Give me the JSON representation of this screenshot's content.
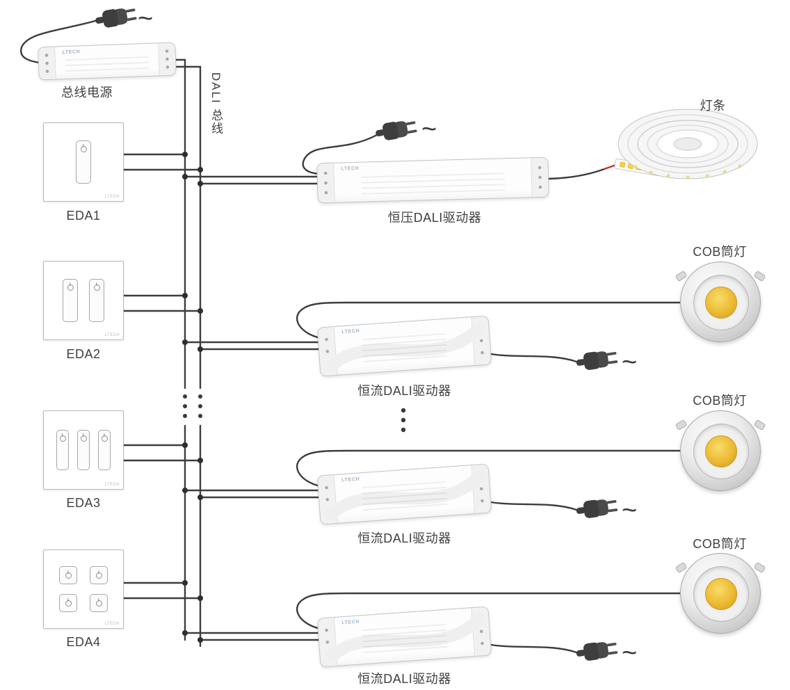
{
  "diagram": {
    "ac_symbol": "~",
    "brand": "LTECH",
    "bus_label": "DALI 总线",
    "power_supply_label": "总线电源",
    "panels": [
      {
        "label": "EDA1",
        "buttons": 1
      },
      {
        "label": "EDA2",
        "buttons": 2
      },
      {
        "label": "EDA3",
        "buttons": 3
      },
      {
        "label": "EDA4",
        "buttons": 4
      }
    ],
    "drivers": [
      {
        "label": "恒压DALI驱动器",
        "load_label": "灯条",
        "load_type": "led-strip"
      },
      {
        "label": "恒流DALI驱动器",
        "load_label": "COB筒灯",
        "load_type": "cob-downlight"
      },
      {
        "label": "恒流DALI驱动器",
        "load_label": "COB筒灯",
        "load_type": "cob-downlight"
      },
      {
        "label": "恒流DALI驱动器",
        "load_label": "COB筒灯",
        "load_type": "cob-downlight"
      }
    ],
    "colors": {
      "wire": "#3d3d3d",
      "led_yellow": "#ecba33"
    }
  }
}
